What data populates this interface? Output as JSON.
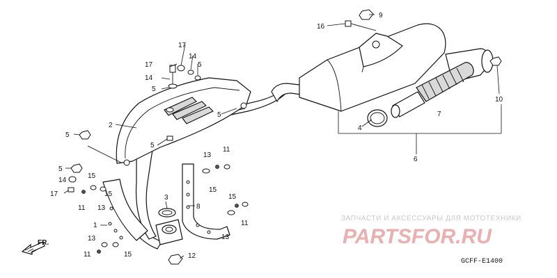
{
  "diagram": {
    "code": "GCFF-E1400",
    "direction_label": "FR.",
    "watermark": {
      "line1": "ЗАПЧАСТИ И АКСЕССУАРЫ ДЛЯ МОТОТЕХНИКИ",
      "line2": "PARTSFOR.RU"
    },
    "callouts": {
      "n1": "1",
      "n2": "2",
      "n3": "3",
      "n4": "4",
      "n6": "6",
      "n7": "7",
      "n8": "8",
      "n9": "9",
      "n10": "10",
      "n12": "12",
      "n16": "16",
      "n5a": "5",
      "n5b": "5",
      "n5c": "5",
      "n5d": "5",
      "n5e": "5",
      "n5f": "5",
      "n11a": "11",
      "n11b": "11",
      "n11c": "11",
      "n11d": "11",
      "n13a": "13",
      "n13b": "13",
      "n13c": "13",
      "n13d": "13",
      "n14a": "14",
      "n14b": "14",
      "n14c": "14",
      "n15a": "15",
      "n15b": "15",
      "n15c": "15",
      "n15d": "15",
      "n15e": "15",
      "n17a": "17",
      "n17b": "17",
      "n17c": "17"
    }
  }
}
